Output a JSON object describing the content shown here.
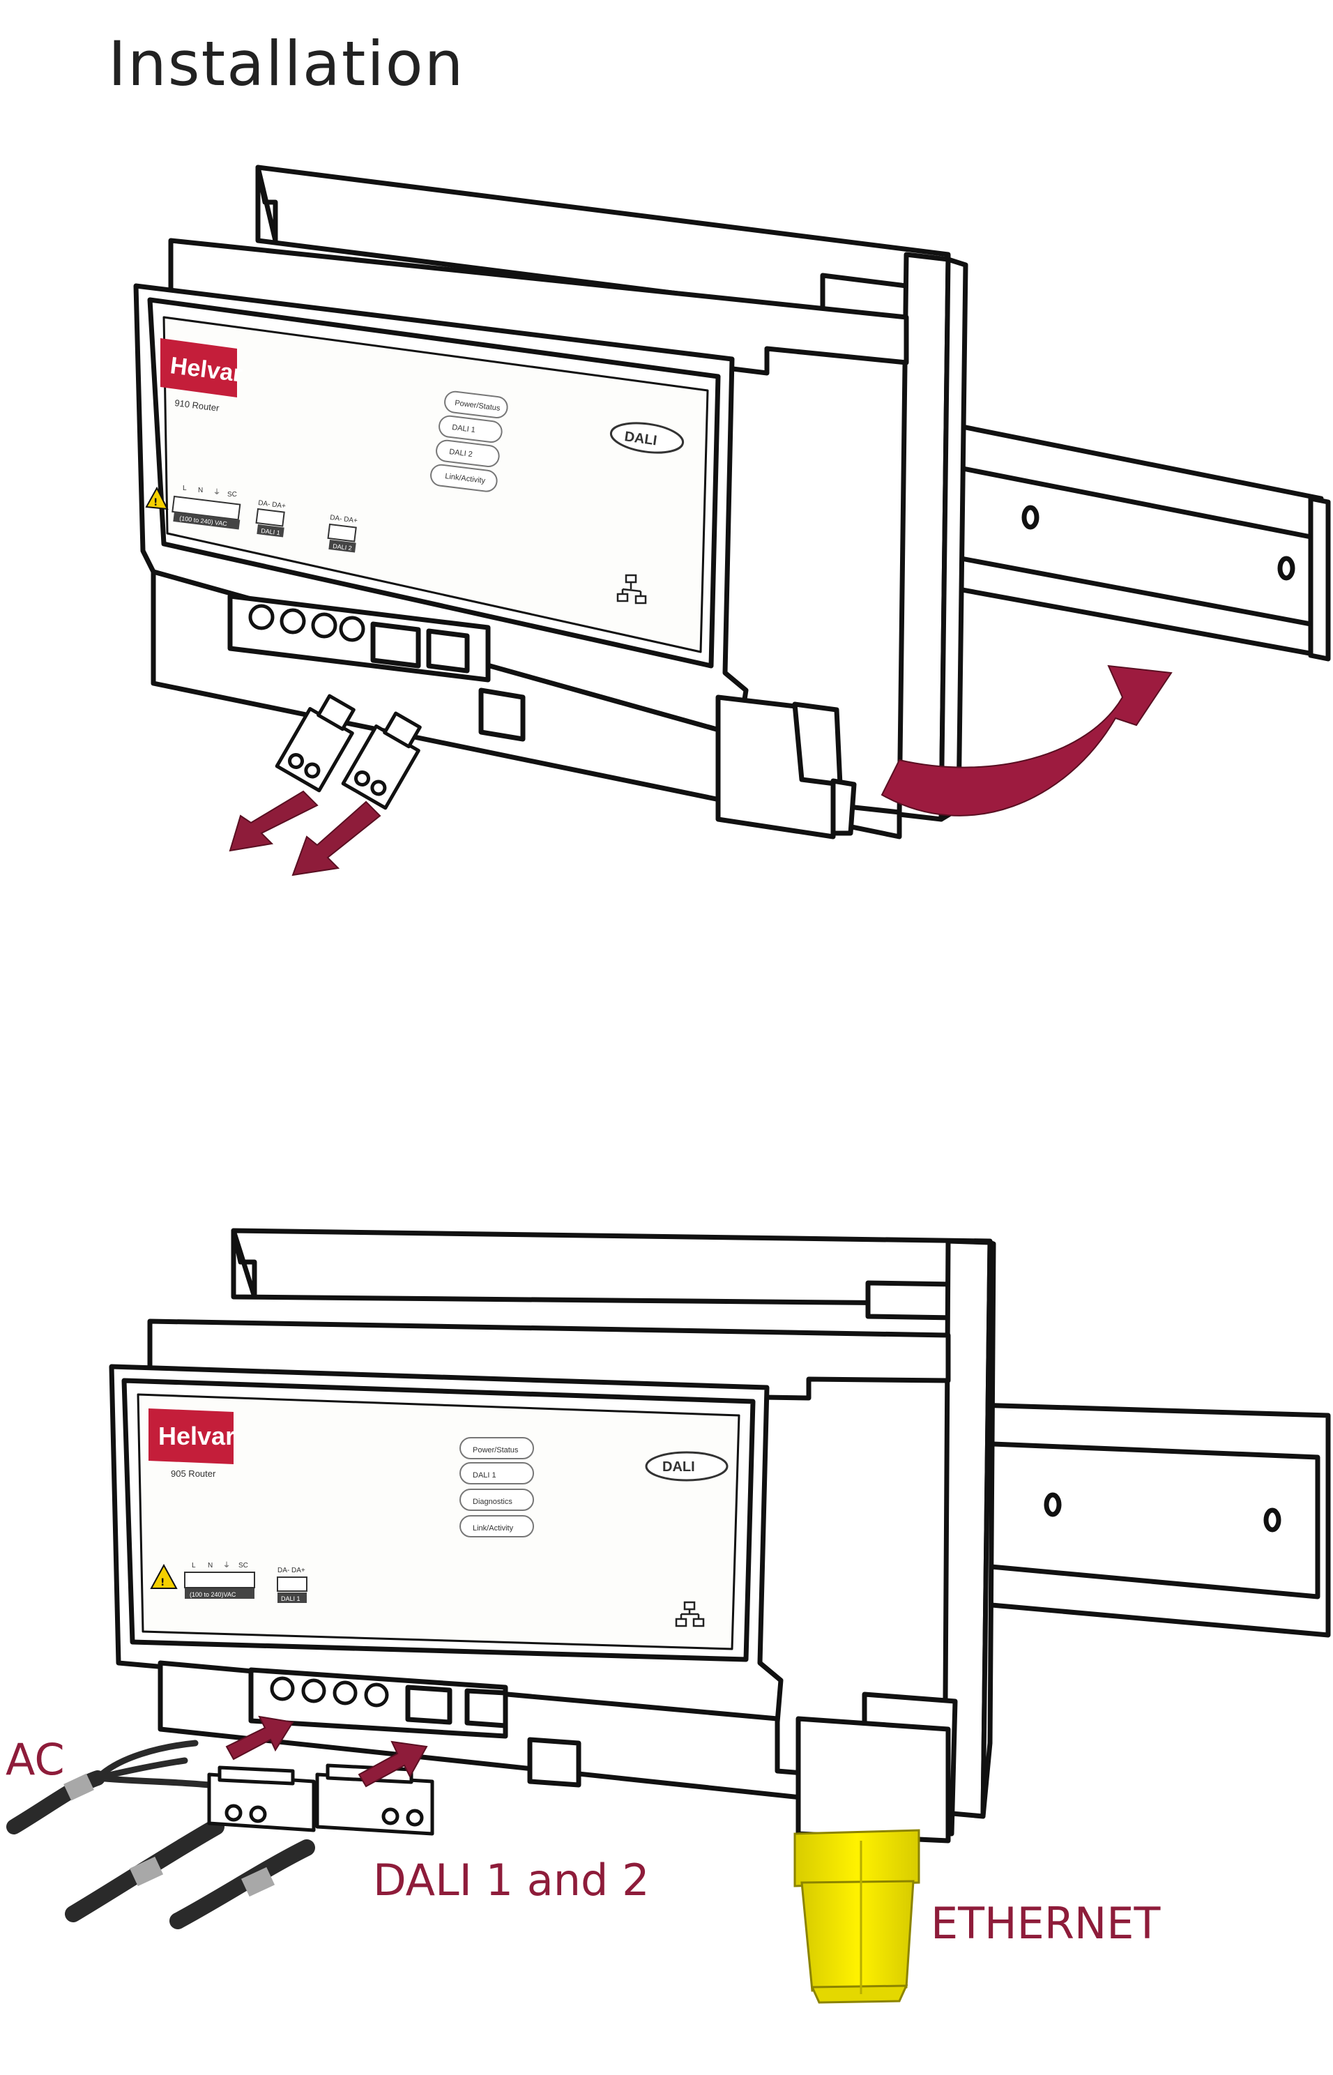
{
  "title": "Installation",
  "colors": {
    "accent": "#8e1c3a",
    "brand_red": "#c41e3a",
    "ethernet": "#f2e600",
    "cable": "#2a2a2a",
    "tie": "#a8a8a8"
  },
  "device_top": {
    "brand": "Helvar",
    "model": "910 Router",
    "leds": [
      "Power/Status",
      "DALI 1",
      "DALI 2",
      "Link/Activity"
    ],
    "dali_logo": "DALI",
    "power_terminals": [
      "L",
      "N",
      "⏚",
      "SC"
    ],
    "power_rating": "(100 to 240) VAC",
    "dali_port_a_pins": "DA- DA+",
    "dali_port_a_label": "DALI 1",
    "dali_port_b_pins": "DA- DA+",
    "dali_port_b_label": "DALI 2",
    "network_icon": "network-icon",
    "warning_icon": "warning-icon"
  },
  "device_bottom": {
    "brand": "Helvar",
    "model": "905 Router",
    "leds": [
      "Power/Status",
      "DALI 1",
      "Diagnostics",
      "Link/Activity"
    ],
    "dali_logo": "DALI",
    "power_terminals": [
      "L",
      "N",
      "⏚",
      "SC"
    ],
    "power_rating": "(100 to 240)VAC",
    "dali_port_a_pins": "DA- DA+",
    "dali_port_a_label": "DALI 1",
    "network_icon": "network-icon",
    "warning_icon": "warning-icon"
  },
  "callouts": {
    "ac": "AC",
    "dali": "DALI 1 and 2",
    "ethernet": "ETHERNET"
  }
}
